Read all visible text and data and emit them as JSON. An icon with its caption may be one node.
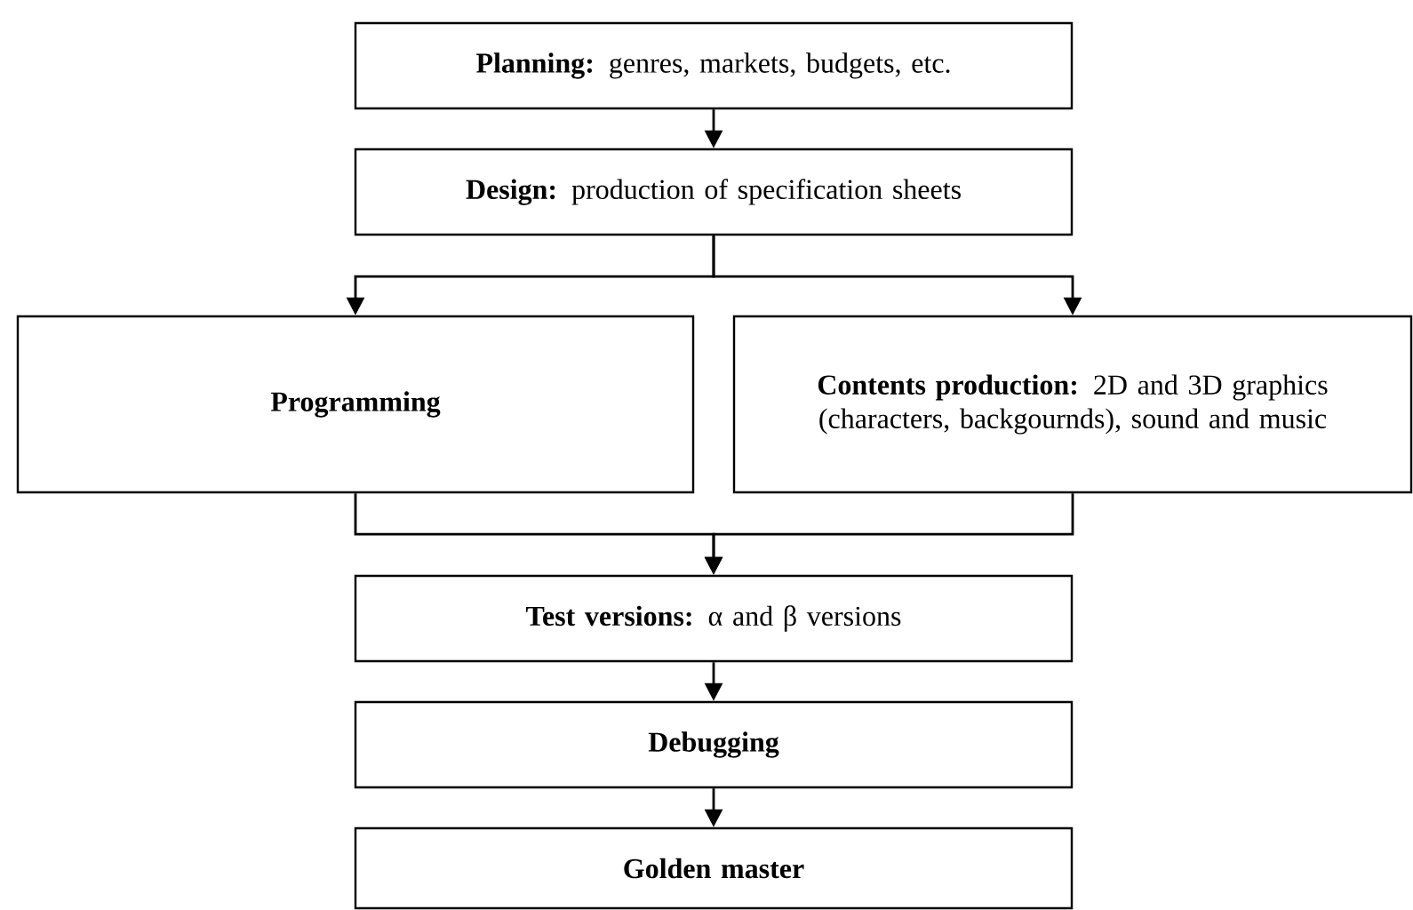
{
  "diagram": {
    "nodes": [
      {
        "text": [
          "**Planning:** genres, markets, budgets, etc."
        ]
      },
      {
        "text": [
          "**Design:** production of specification sheets"
        ]
      },
      {
        "text": [
          "Programming"
        ]
      },
      {
        "text": [
          "**Contents production:** 2D and 3D graphics (characters, backgournds), sound and music"
        ]
      },
      {
        "text": [
          "**Test versions:** α and β versions"
        ]
      },
      {
        "text": [
          "Debugging"
        ]
      },
      {
        "text": [
          "Golden master"
        ]
      }
    ],
    "edges": [
      {
        "from": 0,
        "to": 1,
        "arrow": "to"
      },
      {
        "from": 1,
        "to": 2,
        "arrow": "to"
      },
      {
        "from": 1,
        "to": 3,
        "arrow": "to"
      },
      {
        "from": 2,
        "to": 4,
        "arrow": "to"
      },
      {
        "from": 3,
        "to": 4,
        "arrow": "to"
      },
      {
        "from": 4,
        "to": 5,
        "arrow": "to"
      },
      {
        "from": 5,
        "to": 6,
        "arrow": "to"
      }
    ]
  }
}
